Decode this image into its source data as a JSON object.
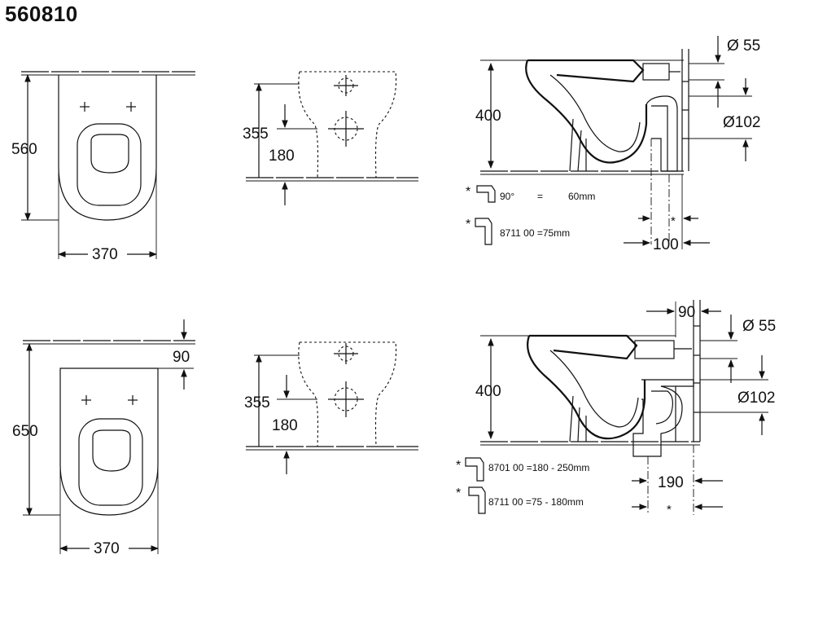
{
  "model_number": "560810",
  "top_row": {
    "top_view": {
      "depth": "560",
      "width": "370"
    },
    "front_view": {
      "height_outer": "355",
      "height_inner": "180"
    },
    "side_view": {
      "height": "400",
      "diameter_small": "Ø 55",
      "diameter_large": "Ø102",
      "offset": "100",
      "asterisk": "*",
      "note_1_mark": "*",
      "note_1_text": "90°",
      "note_1_eq": "=",
      "note_1_value": "60mm",
      "note_2_mark": "*",
      "note_2_text": "8711 00  =75mm"
    }
  },
  "bottom_row": {
    "top_view": {
      "depth": "650",
      "setback": "90",
      "width": "370"
    },
    "front_view": {
      "height_outer": "355",
      "height_inner": "180"
    },
    "side_view": {
      "height": "400",
      "setback": "90",
      "diameter_small": "Ø 55",
      "diameter_large": "Ø102",
      "offset": "190",
      "asterisk": "*",
      "note_1_mark": "*",
      "note_1_text": "8701 00  =180 -  250mm",
      "note_2_mark": "*",
      "note_2_text": "8711 00  =75 -   180mm"
    }
  }
}
